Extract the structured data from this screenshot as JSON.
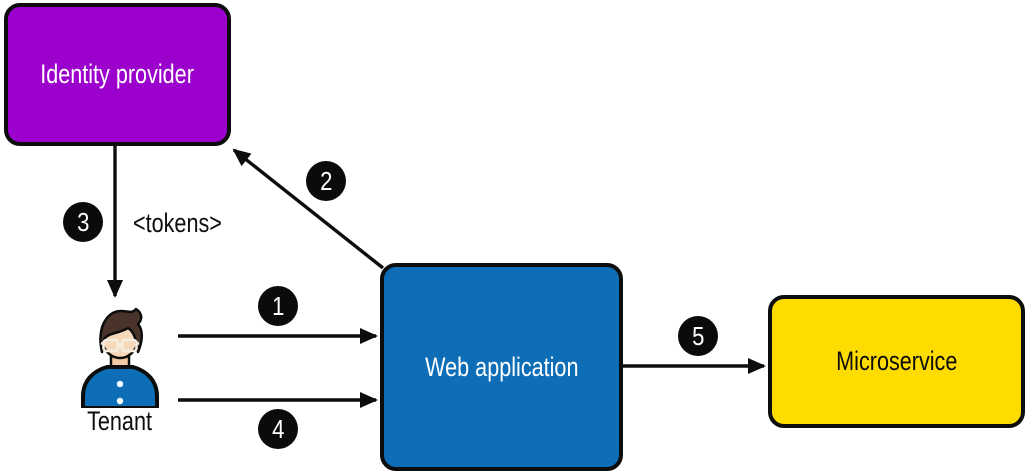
{
  "diagram": {
    "type": "flow-diagram",
    "background": "#FFFFFF"
  },
  "colors": {
    "background": "#FFFFFF",
    "ink": "#0D0D0D",
    "badge-black": "#0B0B0B",
    "identity-purple": "#9C00CC",
    "webapp-blue": "#0D6EB7",
    "microservice-yellow": "#FFDC00",
    "skin": "#F7D9BC",
    "hair-brown": "#4A332B",
    "glasses-cream": "#F5EEDF"
  },
  "nodes": {
    "identity_provider": {
      "label": "Identity provider"
    },
    "web_application": {
      "label": "Web application"
    },
    "microservice": {
      "label": "Microservice"
    },
    "tenant": {
      "label": "Tenant",
      "icon": "person-icon"
    }
  },
  "annotations": {
    "tokens_label": "<tokens>"
  },
  "steps": [
    {
      "number": "1",
      "from": "tenant",
      "to": "web_application"
    },
    {
      "number": "2",
      "from": "web_application",
      "to": "identity_provider"
    },
    {
      "number": "3",
      "from": "identity_provider",
      "to": "tenant",
      "label": "<tokens>"
    },
    {
      "number": "4",
      "from": "tenant",
      "to": "web_application"
    },
    {
      "number": "5",
      "from": "web_application",
      "to": "microservice"
    }
  ]
}
